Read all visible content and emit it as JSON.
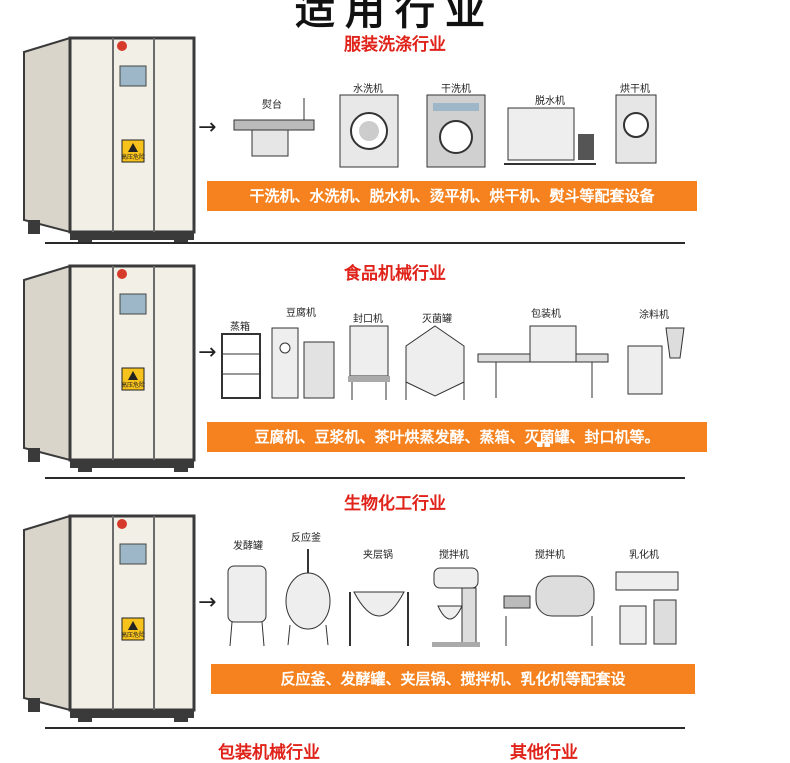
{
  "page_title": "适用行业",
  "cabinet": {
    "warning_text": "高压危险",
    "colors": {
      "body": "#f2efe6",
      "frame": "#3a3a3a",
      "panel_border": "#6b6b6b",
      "screen": "#9db7c9",
      "warning": "#f6c21b",
      "logo": "#d63a2a"
    }
  },
  "sections": [
    {
      "title": "服装洗涤行业",
      "band_text": "干洗机、水洗机、脱水机、烫平机、烘干机、熨斗等配套设备",
      "machines": [
        "熨台",
        "水洗机",
        "干洗机",
        "脱水机",
        "烘干机"
      ]
    },
    {
      "title": "食品机械行业",
      "band_text": "豆腐机、豆浆机、茶叶烘蒸发酵、蒸箱、灭菌罐、封口机等。",
      "machines": [
        "蒸箱",
        "豆腐机",
        "封口机",
        "灭菌罐",
        "包装机",
        "涂料机"
      ]
    },
    {
      "title": "生物化工行业",
      "band_text": "反应釜、发酵罐、夹层锅、搅拌机、乳化机等配套设",
      "machines": [
        "发酵罐",
        "反应釜",
        "夹层锅",
        "搅拌机",
        "搅拌机",
        "乳化机"
      ]
    }
  ],
  "bottom_partial": [
    "包装机械行业",
    "其他行业"
  ],
  "accent": {
    "red": "#e0231a",
    "orange": "#f5821f"
  }
}
